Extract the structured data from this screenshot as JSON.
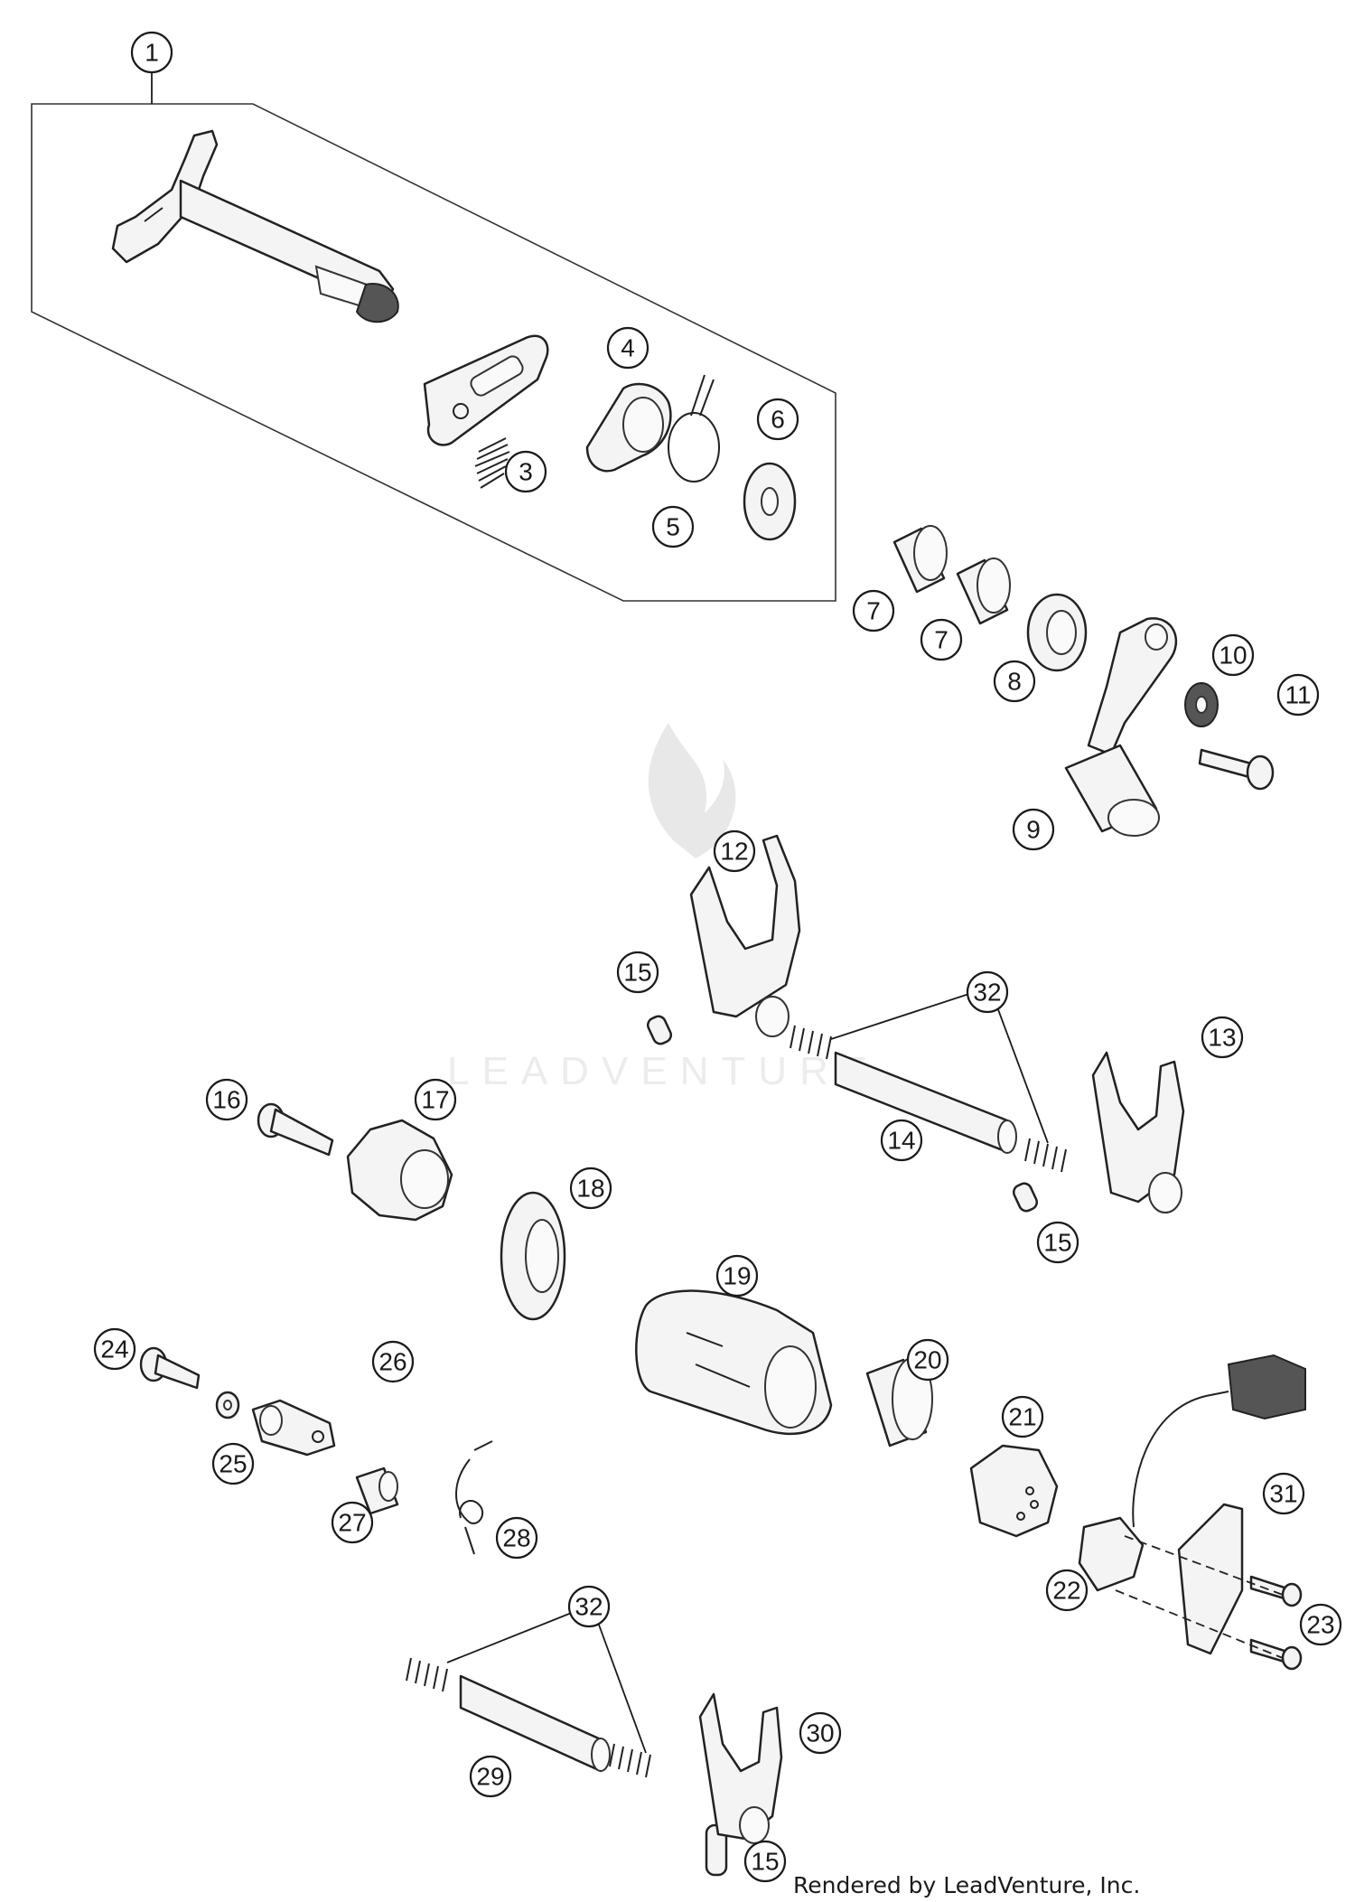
{
  "credit": "Rendered by LeadVenture, Inc.",
  "watermark": "LEADVENTURE",
  "callouts": [
    "1",
    "3",
    "4",
    "5",
    "6",
    "7",
    "7",
    "8",
    "9",
    "10",
    "11",
    "12",
    "13",
    "14",
    "15",
    "15",
    "15",
    "16",
    "17",
    "18",
    "19",
    "20",
    "21",
    "22",
    "23",
    "24",
    "25",
    "26",
    "27",
    "28",
    "29",
    "30",
    "31",
    "32",
    "32"
  ]
}
